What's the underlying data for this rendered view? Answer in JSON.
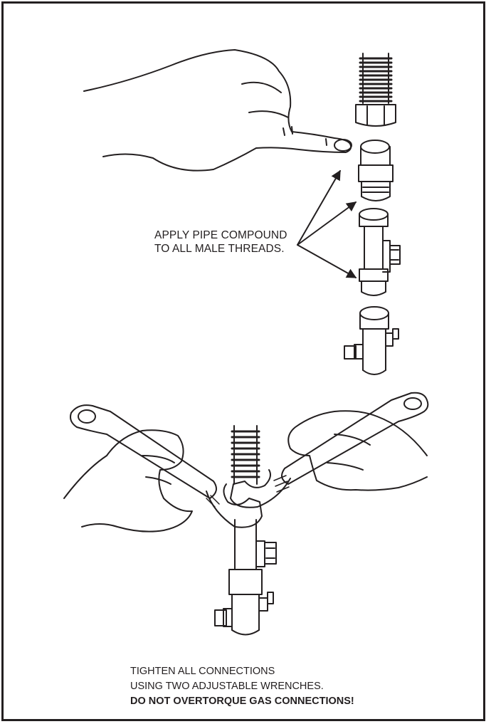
{
  "callout": {
    "line1": "APPLY PIPE COMPOUND",
    "line2": "TO ALL MALE THREADS."
  },
  "caption": {
    "line1": "TIGHTEN ALL CONNECTIONS",
    "line2": "USING TWO ADJUSTABLE WRENCHES.",
    "warning": "DO NOT OVERTORQUE GAS CONNECTIONS!"
  },
  "colors": {
    "ink": "#231f20",
    "paper": "#ffffff"
  }
}
